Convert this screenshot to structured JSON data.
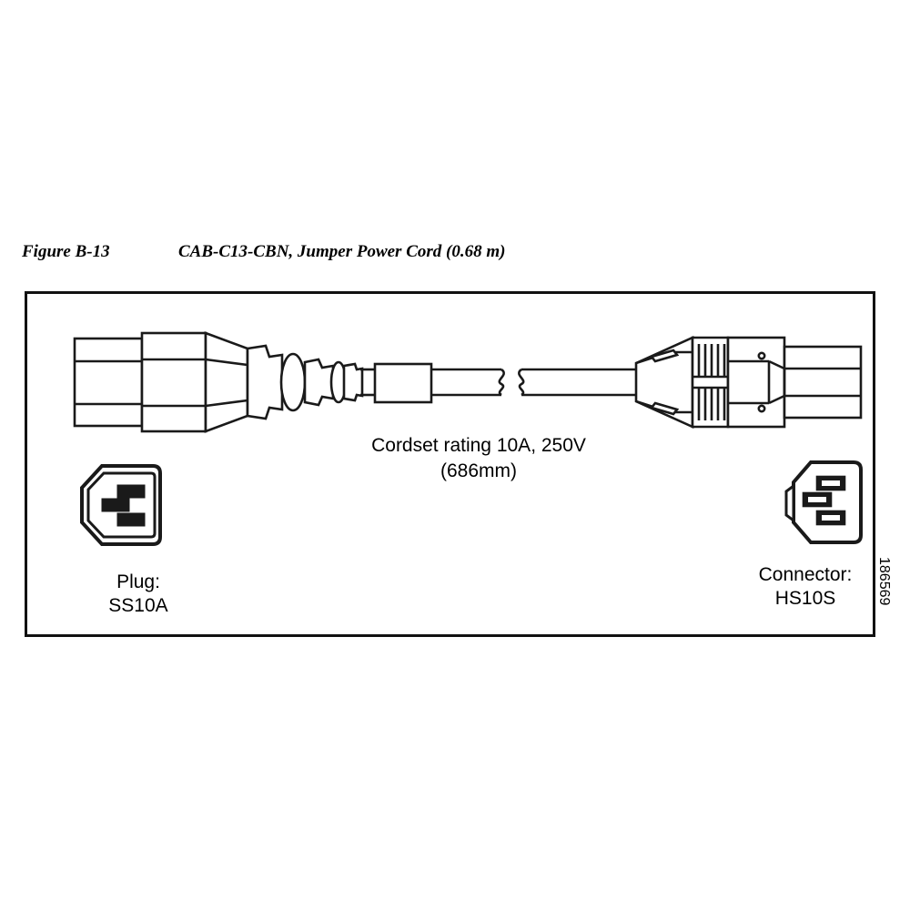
{
  "figure": {
    "label": "Figure B-13",
    "title": "CAB-C13-CBN, Jumper Power Cord (0.68 m)"
  },
  "diagram": {
    "cordset_rating_line1": "Cordset rating 10A, 250V",
    "cordset_rating_line2": "(686mm)",
    "plug_label_line1": "Plug:",
    "plug_label_line2": "SS10A",
    "connector_label_line1": "Connector:",
    "connector_label_line2": "HS10S",
    "document_id": "186569",
    "colors": {
      "line": "#1a1a1a",
      "fill": "#ffffff",
      "background": "#ffffff"
    },
    "parts": {
      "left_connector": "iec-c13-plug-body",
      "left_strain_relief": "ribbed-strain-relief",
      "cable": "two-line-cable-with-break-symbol",
      "cable_sleeve": "cable-label-sleeve",
      "break_symbol": "s-curve-break-mark",
      "right_strain_relief": "finned-strain-relief",
      "right_connector": "iec-c14-connector-body",
      "plug_face": "c13-socket-face-three-slots",
      "connector_face": "c14-connector-face-three-slots"
    }
  }
}
